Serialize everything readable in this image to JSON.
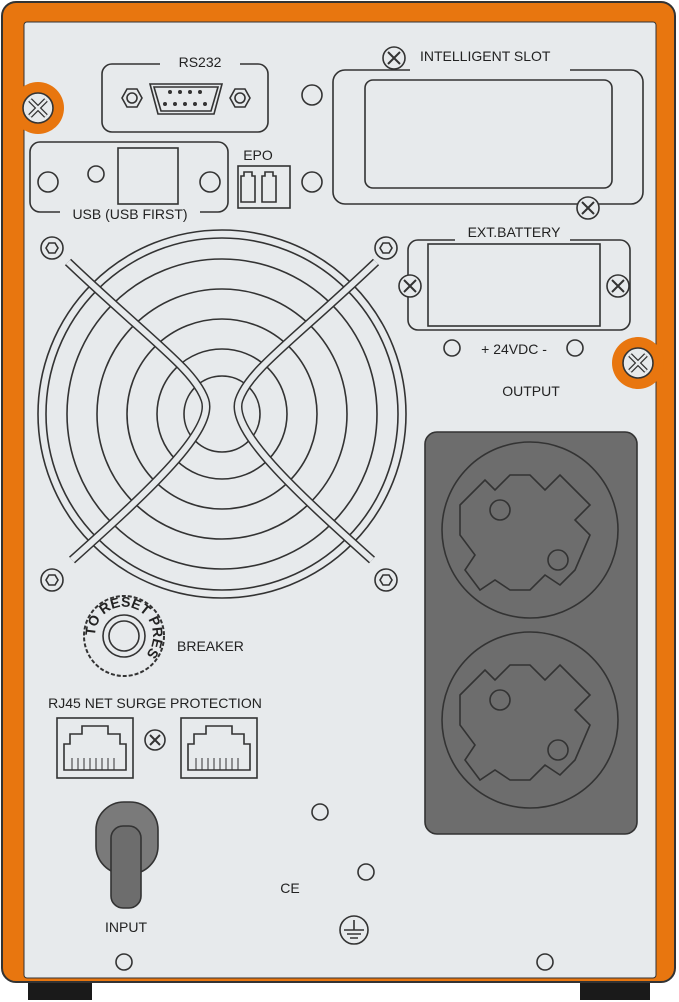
{
  "panel": {
    "rs232_label": "RS232",
    "intelligent_slot_label": "INTELLIGENT SLOT",
    "usb_label": "USB (USB FIRST)",
    "epo_label": "EPO",
    "ext_battery_label": "EXT.BATTERY",
    "battery_voltage_label": "+ 24VDC -",
    "output_label": "OUTPUT",
    "breaker_label": "BREAKER",
    "breaker_cap_text": "TO RESET PRESS",
    "rj45_label": "RJ45 NET SURGE PROTECTION",
    "input_label": "INPUT",
    "ce_mark": "CE"
  },
  "colors": {
    "body": "#e8760f",
    "panel": "#e7eaec",
    "outlet_panel": "#6d6d6d",
    "feet": "#1a1a1a"
  }
}
